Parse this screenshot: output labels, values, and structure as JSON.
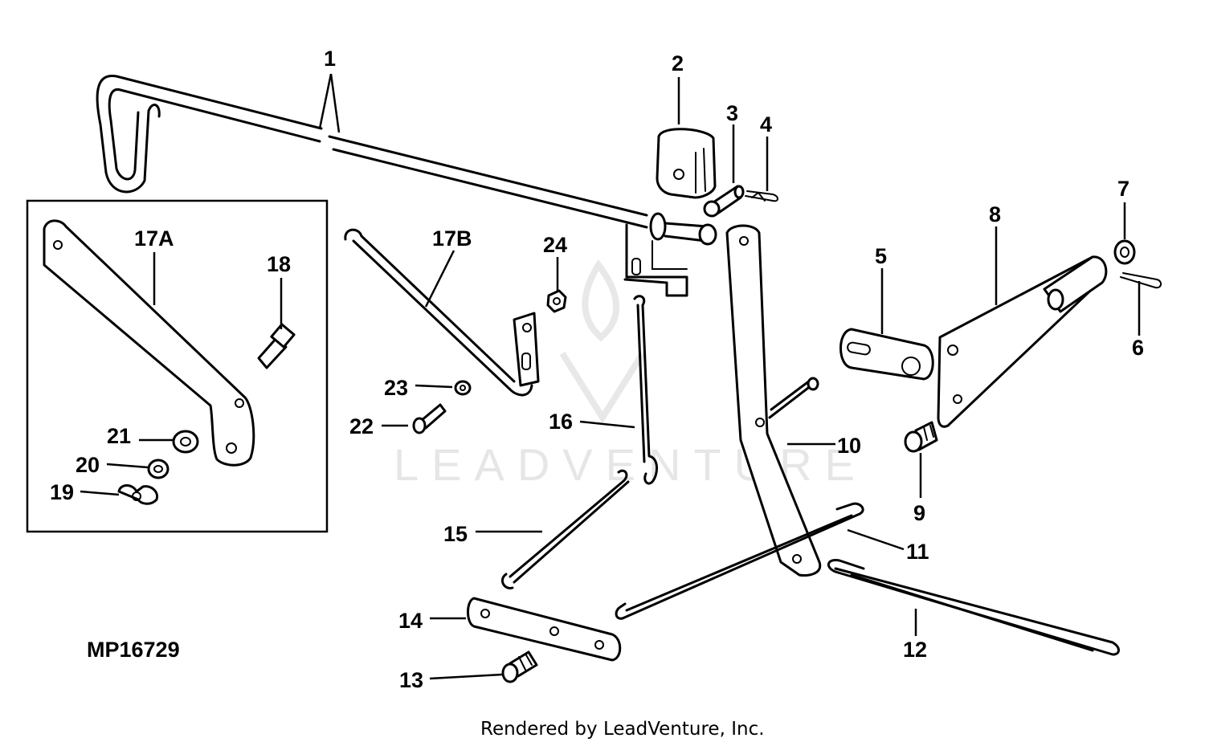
{
  "figure_id": "MP16729",
  "footer": "Rendered by LeadVenture, Inc.",
  "watermark": "LEADVENTURE",
  "callouts": {
    "c1": "1",
    "c2": "2",
    "c3": "3",
    "c4": "4",
    "c5": "5",
    "c6": "6",
    "c7": "7",
    "c8": "8",
    "c9": "9",
    "c10": "10",
    "c11": "11",
    "c12": "12",
    "c13": "13",
    "c14": "14",
    "c15": "15",
    "c16": "16",
    "c17a": "17A",
    "c17b": "17B",
    "c18": "18",
    "c19": "19",
    "c20": "20",
    "c21": "21",
    "c22": "22",
    "c23": "23",
    "c24": "24"
  }
}
